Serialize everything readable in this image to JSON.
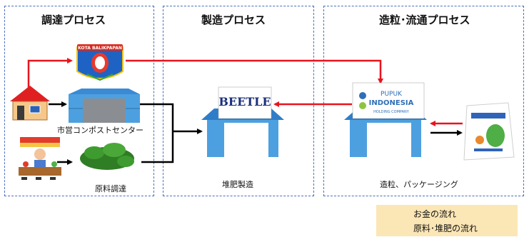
{
  "sections": {
    "procurement": {
      "title": "調達プロセス"
    },
    "manufacturing": {
      "title": "製造プロセス"
    },
    "distribution": {
      "title": "造粒･流通プロセス"
    }
  },
  "labels": {
    "compost_center": "市営コンポストセンター",
    "raw_material": "原料調達",
    "compost_making": "堆肥製造",
    "granulation": "造粒、パッケージング"
  },
  "logos": {
    "city_crest": "KOTA BALIKPAPAN",
    "beetle": "BEETLE",
    "pupuk_line1": "PUPUK",
    "pupuk_line2": "INDONESIA",
    "pupuk_line3": "HOLDING COMPANY"
  },
  "legend": {
    "money_flow": "お金の流れ",
    "material_flow": "原料･堆肥の流れ"
  },
  "colors": {
    "money": "#e8141c",
    "material": "#000000",
    "border": "#4a6fbf",
    "legend_bg": "#fbe6b5"
  }
}
